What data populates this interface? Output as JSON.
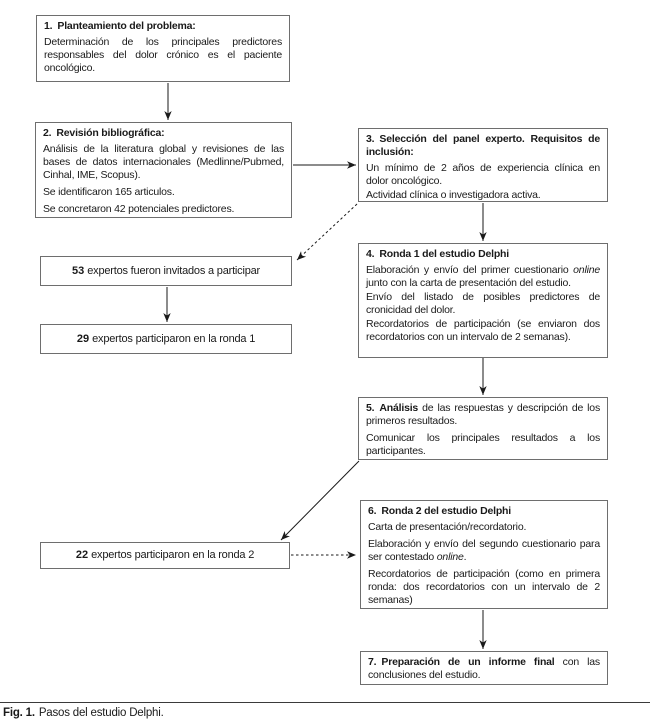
{
  "figure": {
    "caption_label": "Fig. 1.",
    "caption_text": "Pasos del estudio Delphi."
  },
  "colors": {
    "box_border": "#6e6e6e",
    "arrow": "#1a1a1a",
    "text": "#1a1a1a",
    "background": "#ffffff"
  },
  "boxes": {
    "step1": {
      "title": "1. Planteamiento del problema:",
      "body": "Determinación de los principales predictores responsables del dolor crónico es el paciente oncológico."
    },
    "step2": {
      "title": "2. Revisión bibliográfica:",
      "p1": "Análisis de la literatura global y revisiones de las bases de datos internacionales (Medlinne/Pubmed, Cinhal, IME, Scopus).",
      "p2": "Se identificaron 165 articulos.",
      "p3": "Se concretaron 42 potenciales predictores."
    },
    "step3": {
      "title": "3. Selección del panel experto. Requisitos de inclusión:",
      "p1": "Un mínimo de 2 años de experiencia clínica en dolor oncológico.",
      "p2": "Actividad clínica o investigadora activa."
    },
    "step4": {
      "title": "4. Ronda 1 del estudio Delphi",
      "p1a": "Elaboración y envío del primer cuestionario ",
      "p1b": "online",
      "p1c": " junto con la carta de presentación del estudio.",
      "p2": "Envío del listado de posibles predictores de cronicidad del dolor.",
      "p3": "Recordatorios de participación (se enviaron dos recordatorios con un intervalo de 2 semanas)."
    },
    "step5": {
      "title_bold": "5. Análisis",
      "p1_rest": " de las respuestas y descripción de los primeros resultados.",
      "p2": "Comunicar los principales resultados a los participantes."
    },
    "step6": {
      "title": "6. Ronda 2 del estudio Delphi",
      "p1": "Carta de presentación/recordatorio.",
      "p2a": "Elaboración y envío del segundo cuestionario para ser contestado ",
      "p2b": "online",
      "p2c": ".",
      "p3": "Recordatorios de participación (como en primera ronda: dos recordatorios con un intervalo de 2 semanas)"
    },
    "step7": {
      "title_bold": "7. Preparación de un informe final",
      "rest": " con las conclusiones del estudio."
    },
    "experts53": {
      "num": "53",
      "rest": "expertos fueron invitados a participar"
    },
    "experts29": {
      "num": "29",
      "rest": "expertos participaron en la ronda 1"
    },
    "experts22": {
      "num": "22",
      "rest": "expertos participaron en la ronda 2"
    }
  }
}
